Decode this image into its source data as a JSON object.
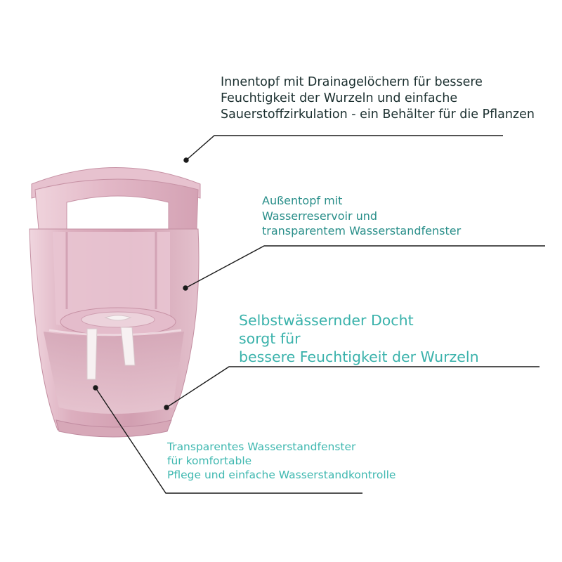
{
  "labels": {
    "inner_pot": [
      "Innentopf mit Drainagelöchern für bessere",
      "Feuchtigkeit der Wurzeln und einfache",
      "Sauerstoffzirkulation - ein Behälter für die Pflanzen"
    ],
    "outer_pot": [
      "Außentopf mit",
      "Wasserreservoir und",
      "transparentem Wasserstandfenster"
    ],
    "wick": [
      "Selbstwässernder Docht",
      "sorgt für",
      "bessere Feuchtigkeit der Wurzeln"
    ],
    "water_window": [
      "Transparentes Wasserstandfenster",
      "für komfortable",
      "Pflege und einfache Wasserstandkontrolle"
    ]
  },
  "colors": {
    "pot_main": "#d9a9b9",
    "pot_light": "#ecd0da",
    "pot_dark": "#b98598",
    "inner_text": "#1b2f2f",
    "outer_text": "#2a8f8a",
    "wick_text": "#3ab2ab",
    "window_text": "#3fb8b0",
    "leader_line": "#1a1a1a"
  }
}
